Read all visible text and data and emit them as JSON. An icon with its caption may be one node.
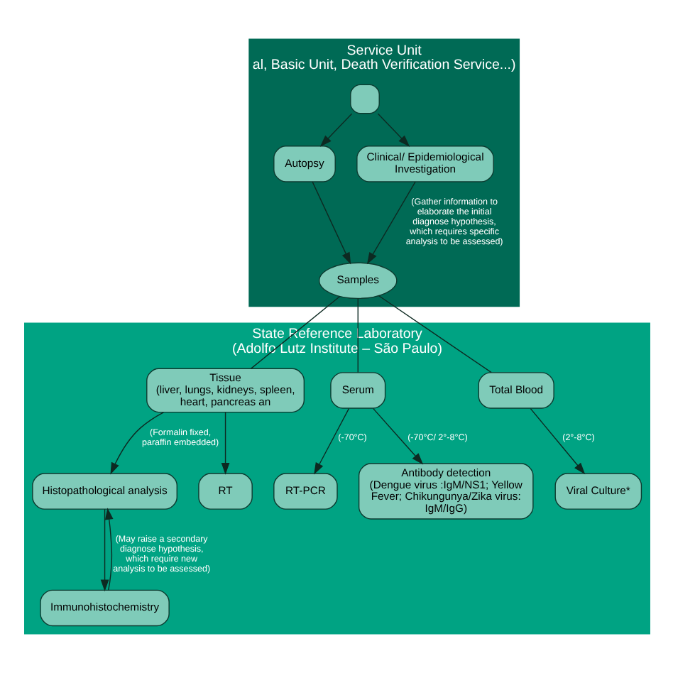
{
  "diagram": {
    "nodes": [
      {
        "text": [
          "Service Unit",
          "al, Basic Unit, Death Verification Service...)"
        ]
      },
      {
        "text": [
          "State Reference Laboratory",
          "(Adolfo Lutz Institute – São Paulo)"
        ]
      },
      {
        "text": [],
        "shape": "box",
        "in": 0
      },
      {
        "text": [
          "Autopsy"
        ],
        "in": 0
      },
      {
        "text": [
          "Samples"
        ],
        "in": 0
      },
      {
        "text": [
          "Clinical/ Epidemiological Investigation"
        ],
        "in": 0
      },
      {
        "text": [
          "Tissue",
          "(liver, lungs, kidneys, spleen, heart, pancreas an"
        ],
        "in": 1
      },
      {
        "text": [
          "Histopathological analysis"
        ],
        "in": 1
      },
      {
        "text": [
          "RT"
        ],
        "in": 1
      },
      {
        "text": [
          "Immunohistochemistry"
        ],
        "in": 1
      },
      {
        "text": [
          "Serum"
        ],
        "in": 1
      },
      {
        "text": [
          "RT-PCR"
        ],
        "in": 1
      },
      {
        "text": [
          "Antibody detection",
          "(Dengue virus :IgM/NS1; Yellow Fever; Chikungunya/Zika virus: IgM/IgG)"
        ],
        "in": 1
      },
      {
        "text": [
          "Total Blood"
        ],
        "in": 1
      },
      {
        "text": [
          "Viral Culture*"
        ],
        "in": 1
      }
    ],
    "edges": [
      {
        "from": 2,
        "to": 3,
        "arrow": "to"
      },
      {
        "from": 2,
        "to": 5,
        "arrow": "to"
      },
      {
        "from": 3,
        "to": 4,
        "arrow": "to"
      },
      {
        "from": 5,
        "to": 4,
        "arrow": "to",
        "label": "(Gather information to elaborate the initial diagnose hypothesis, which requires specific analysis to be assessed)"
      },
      {
        "from": 4,
        "to": 6,
        "arrow": "none"
      },
      {
        "from": 4,
        "to": 10,
        "arrow": "none"
      },
      {
        "from": 4,
        "to": 13,
        "arrow": "none"
      },
      {
        "from": 6,
        "to": 7,
        "arrow": "to",
        "label": "(Formalin fixed, paraffin embedded)"
      },
      {
        "from": 6,
        "to": 8,
        "arrow": "to"
      },
      {
        "from": 7,
        "to": 9,
        "arrow": "to"
      },
      {
        "from": 9,
        "to": 7,
        "arrow": "to",
        "label": "(May raise a secondary diagnose hypothesis, which require new analysis to be assessed)"
      },
      {
        "from": 10,
        "to": 11,
        "arrow": "to",
        "label": "(-70°C)"
      },
      {
        "from": 10,
        "to": 12,
        "arrow": "to",
        "label": "(-70°C/ 2°-8°C)"
      },
      {
        "from": 13,
        "to": 14,
        "arrow": "to",
        "label": "(2°-8°C)"
      }
    ]
  }
}
